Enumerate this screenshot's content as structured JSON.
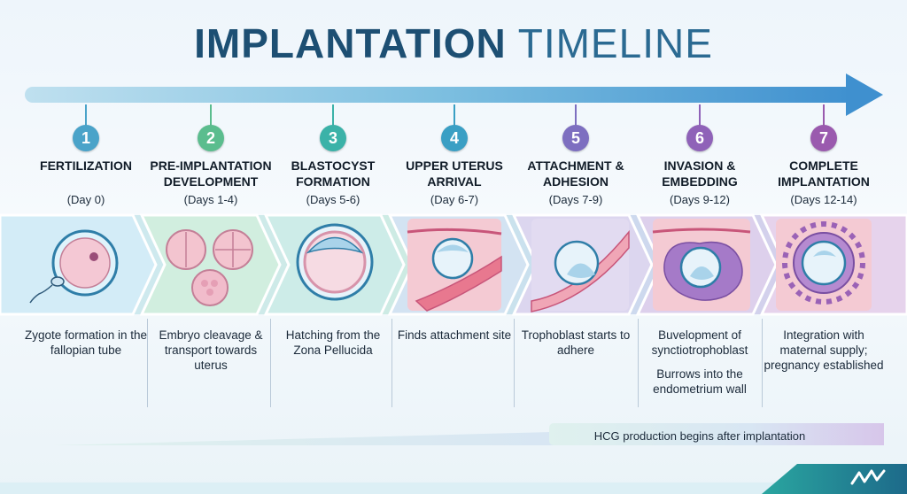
{
  "title": {
    "bold": "IMPLANTATION",
    "light": "TIMELINE"
  },
  "steps": [
    {
      "num": "1",
      "name": "FERTILIZATION",
      "day": "(Day 0)",
      "desc": "Zygote formation in the fallopian tube",
      "desc2": "",
      "color": "#4aa3c9"
    },
    {
      "num": "2",
      "name": "PRE-IMPLANTATION DEVELOPMENT",
      "day": "(Days 1-4)",
      "desc": "Embryo cleavage & transport towards uterus",
      "desc2": "",
      "color": "#5bbd8e"
    },
    {
      "num": "3",
      "name": "BLASTOCYST FORMATION",
      "day": "(Days 5-6)",
      "desc": "Hatching from the Zona Pellucida",
      "desc2": "",
      "color": "#3bb2a8"
    },
    {
      "num": "4",
      "name": "UPPER UTERUS ARRIVAL",
      "day": "(Day 6-7)",
      "desc": "Finds attachment site",
      "desc2": "",
      "color": "#3a9fc4"
    },
    {
      "num": "5",
      "name": "ATTACHMENT & ADHESION",
      "day": "(Days 7-9)",
      "desc": "Trophoblast starts to adhere",
      "desc2": "",
      "color": "#7d6fc0"
    },
    {
      "num": "6",
      "name": "INVASION & EMBEDDING",
      "day": "(Days 9-12)",
      "desc": "Buvelopment of synctiotrophoblast",
      "desc2": "Burrows into the endometrium wall",
      "color": "#8f62b8"
    },
    {
      "num": "7",
      "name": "COMPLETE IMPLANTATION",
      "day": "(Days 12-14)",
      "desc": "Integration with maternal supply; pregnancy established",
      "desc2": "",
      "color": "#9a5aae"
    }
  ],
  "hcg": "HCG production begins after implantation"
}
